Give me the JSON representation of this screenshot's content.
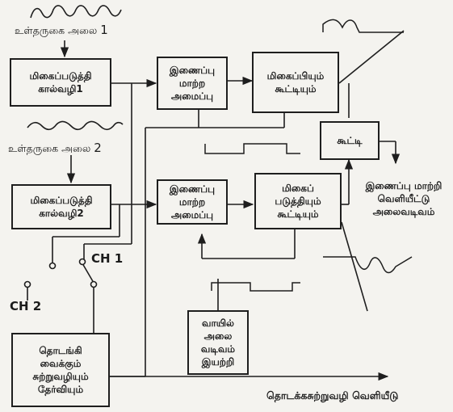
{
  "inputs": {
    "input1_label": "உள்தருகை அலை",
    "input1_number": "1",
    "input2_label": "உள்தருகை அலை",
    "input2_number": "2"
  },
  "blocks": {
    "amp_channel1": "மிகைப்படுத்தி\nகால்வழி1",
    "amp_channel2": "மிகைப்படுத்தி\nகால்வழி2",
    "switch_circuit1": "இணைப்பு\nமாற்ற\nஅமைப்பு",
    "switch_circuit2": "இணைப்பு\nமாற்ற\nஅமைப்பு",
    "amp_adder1": "மிகைப்பியும்\nகூட்டியும்",
    "amp_adder2": "மிகைப்\nபடுத்தியும்\nகூட்டியும்",
    "adder": "கூட்டி",
    "gate_generator": "வாயில்\nஅலை\nவடிவம்\nஇயற்றி",
    "trigger_selector": "தொடங்கி\nவைக்கும்\nசுற்றுவழியும்\nதேர்வியும்"
  },
  "switch": {
    "ch1": "CH 1",
    "ch2": "CH 2"
  },
  "outputs": {
    "switched_output": "இணைப்பு மாற்றி\nவெளியீட்டு\nஅலைவடிவம்",
    "trigger_output": "தொடக்கசுற்றுவழி வெளியீடு"
  }
}
